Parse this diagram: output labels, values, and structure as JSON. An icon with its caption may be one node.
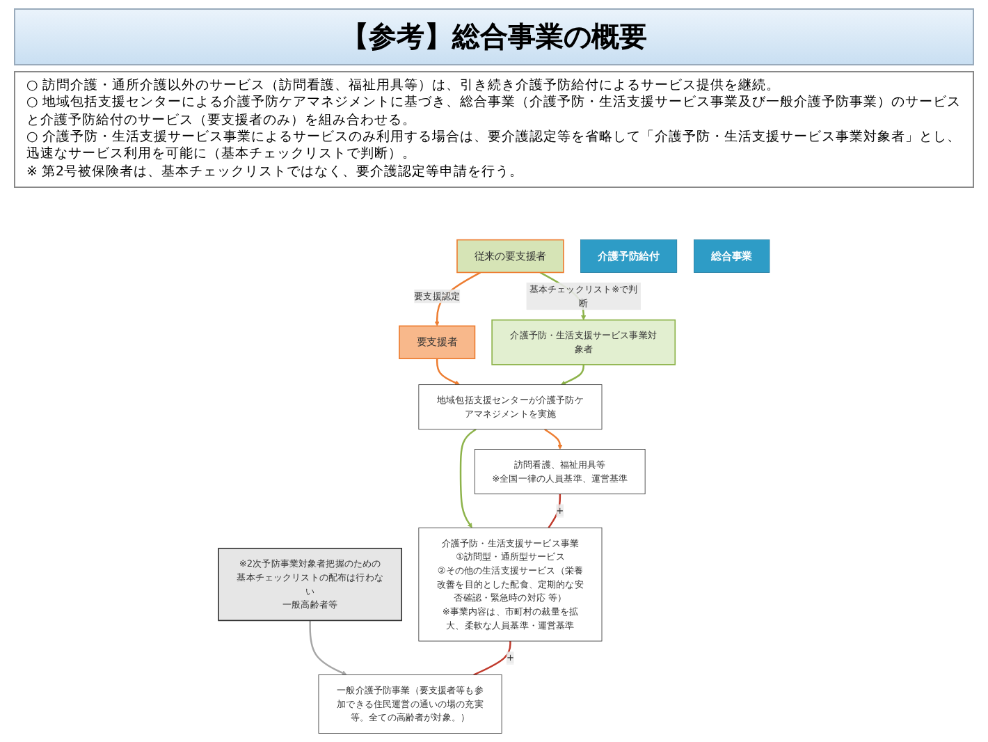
{
  "diagram": {
    "title": "【参考】総合事業の概要",
    "nodes": [
      {
        "text": [
          "従来の要支援者"
        ]
      },
      {
        "text": [
          "要支援者"
        ]
      },
      {
        "text": [
          "介護予防・生活支援サービス事業対象者"
        ]
      },
      {
        "text": [
          "※2次予防事業対象者把握のための基本チェックリストの配布は行わない",
          "一般高齢者等"
        ]
      },
      {
        "text": [
          "地域包括支援センターが介護予防ケアマネジメントを実施"
        ]
      },
      {
        "text": [
          "訪問看護、福祉用具等",
          "※全国一律の人員基準、運営基準"
        ]
      },
      {
        "text": [
          "介護予防・生活支援サービス事業",
          "①訪問型・通所型サービス",
          "②その他の生活支援サービス（栄養改善を目的とした配食、定期的な安否確認・緊急時の対応 等）",
          "※事業内容は、市町村の裁量を拡大、柔軟な人員基準・運営基準"
        ]
      },
      {
        "text": [
          "一般介護予防事業（要支援者等も参加できる住民運営の通いの場の充実等。全ての高齢者が対象。）"
        ]
      },
      {
        "text": [
          "介護予防給付"
        ]
      },
      {
        "text": [
          "総合事業"
        ]
      }
    ],
    "edges": [
      {
        "from": 0,
        "to": 1,
        "arrow": "to",
        "label": "要支援認定",
        "color": "#ed7d31"
      },
      {
        "from": 0,
        "to": 2,
        "arrow": "to",
        "label": "基本チェックリスト※で判断",
        "color": "#8db34a"
      },
      {
        "from": 1,
        "to": 4,
        "arrow": "to",
        "color": "#ed7d31"
      },
      {
        "from": 2,
        "to": 4,
        "arrow": "to",
        "color": "#8db34a"
      },
      {
        "from": 4,
        "to": 5,
        "arrow": "to",
        "color": "#ed7d31"
      },
      {
        "from": 4,
        "to": 6,
        "arrow": "to",
        "color": "#8db34a"
      },
      {
        "from": 3,
        "to": 7,
        "arrow": "to",
        "color": "#a6a6a6"
      },
      {
        "from": 5,
        "to": 6,
        "arrow": "none",
        "label": "+",
        "color": "#c0392b"
      },
      {
        "from": 6,
        "to": 7,
        "arrow": "none",
        "label": "+",
        "color": "#c0392b"
      }
    ],
    "labels": [
      "○ 訪問介護・通所介護以外のサービス（訪問看護、福祉用具等）は、引き続き介護予防給付によるサービス提供を継続。",
      "○ 地域包括支援センターによる介護予防ケアマネジメントに基づき、総合事業（介護予防・生活支援サービス事業及び一般介護予防事業）のサービスと介護予防給付のサービス（要支援者のみ）を組み合わせる。",
      "○ 介護予防・生活支援サービス事業によるサービスのみ利用する場合は、要介護認定等を省略して「介護予防・生活支援サービス事業対象者」とし、迅速なサービス利用を可能に（基本チェックリストで判断）。",
      "※ 第2号被保険者は、基本チェックリストではなく、要介護認定等申請を行う。"
    ]
  }
}
